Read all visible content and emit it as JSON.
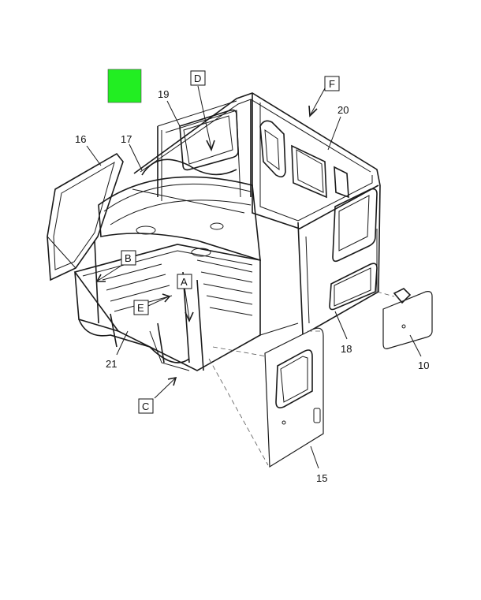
{
  "diagram": {
    "marker_color": "#22ee22",
    "callouts": {
      "c19": "19",
      "c16": "16",
      "c17": "17",
      "c20": "20",
      "c18": "18",
      "c10": "10",
      "c21": "21",
      "c15": "15"
    },
    "view_labels": {
      "D": "D",
      "F": "F",
      "B": "B",
      "A": "A",
      "E": "E",
      "C": "C"
    }
  }
}
